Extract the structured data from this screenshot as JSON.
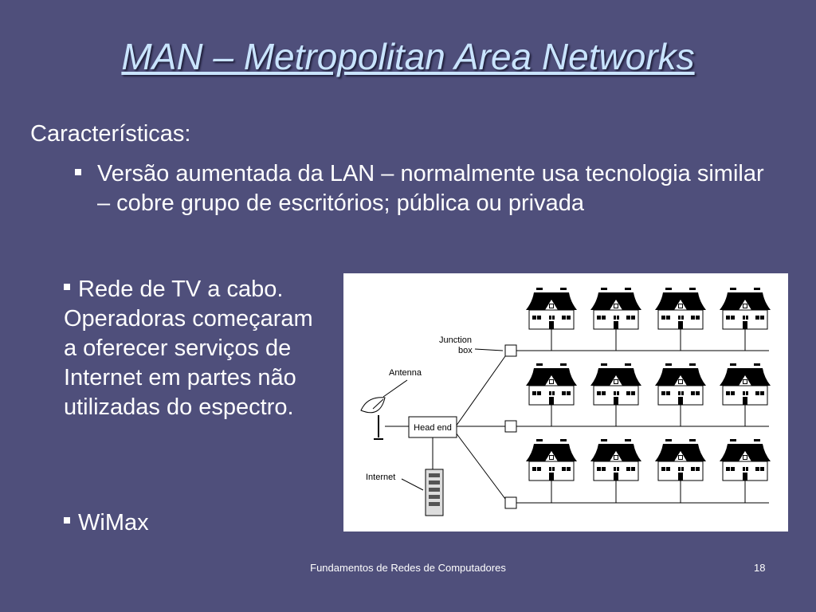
{
  "slide": {
    "title": "MAN – Metropolitan Area Networks",
    "heading": "Características:",
    "bullets": [
      "Versão aumentada da LAN – normalmente usa tecnologia similar – cobre grupo de escritórios; pública ou privada",
      "Rede de TV a cabo. Operadoras começaram a oferecer serviços de Internet em partes não utilizadas do espectro.",
      "WiMax"
    ],
    "footer": "Fundamentos de Redes de Computadores",
    "page_number": "18"
  },
  "diagram": {
    "labels": {
      "junction_box_line1": "Junction",
      "junction_box_line2": "box",
      "antenna": "Antenna",
      "head_end": "Head end",
      "internet": "Internet"
    },
    "icons": [
      "house-icon",
      "satellite-antenna-icon",
      "server-rack-icon"
    ]
  },
  "colors": {
    "background": "#4f4f7b",
    "title": "#c9e4ff",
    "text": "#ffffff"
  }
}
